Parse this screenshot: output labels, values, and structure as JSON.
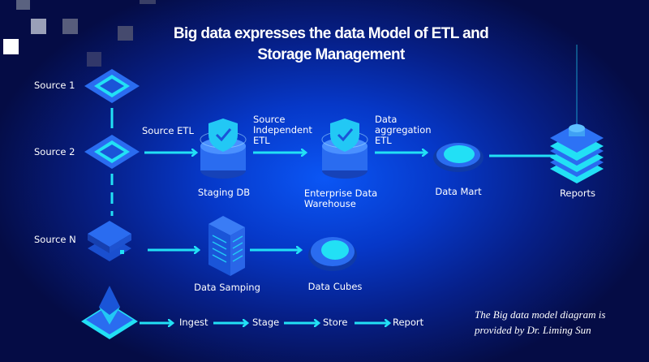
{
  "title": {
    "line1": "Big data expresses the data Model of ETL and",
    "line2": "Storage Management"
  },
  "sources": {
    "s1": "Source 1",
    "s2": "Source 2",
    "sn": "Source N"
  },
  "etl": {
    "source_etl": "Source ETL",
    "independent": [
      "Source",
      "Independent",
      "ETL"
    ],
    "aggregation": [
      "Data",
      "aggregation",
      "ETL"
    ]
  },
  "nodes": {
    "staging": "Staging DB",
    "edw": [
      "Enterprise Data",
      "Warehouse"
    ],
    "mart": "Data Mart",
    "reports": "Reports",
    "sampling": "Data Samping",
    "cubes": "Data Cubes"
  },
  "pipeline": [
    "Ingest",
    "Stage",
    "Store",
    "Report"
  ],
  "credit": [
    "The Big data model diagram is",
    "provided by Dr. Liming Sun"
  ],
  "colors": {
    "accent": "#22e0f5",
    "mid": "#1f6ef0"
  }
}
